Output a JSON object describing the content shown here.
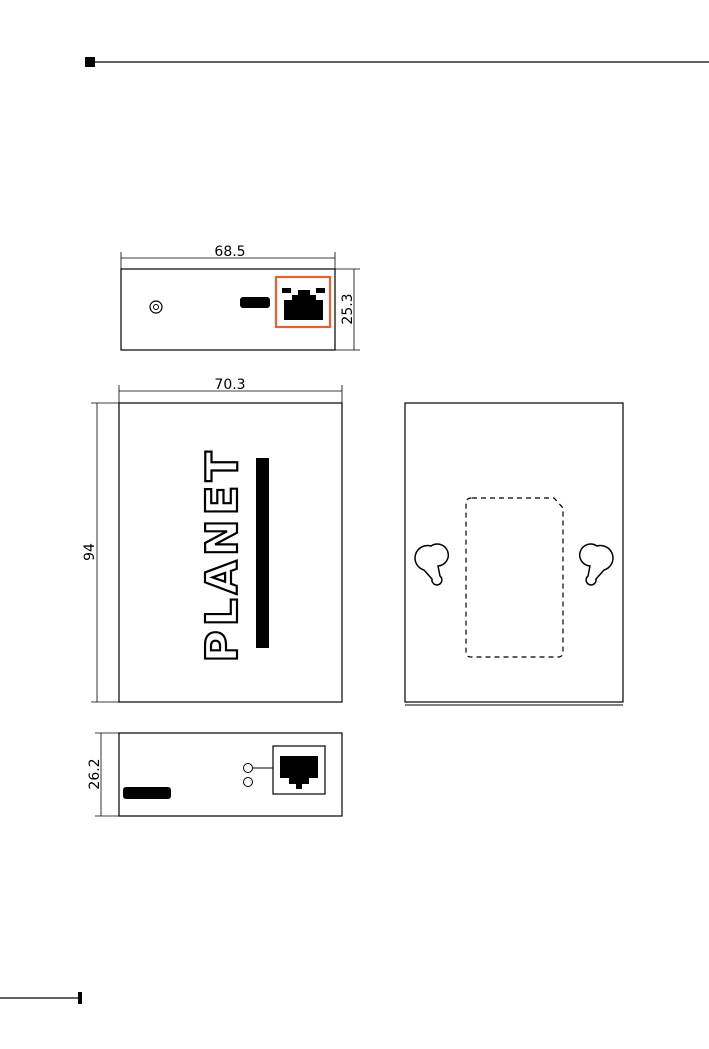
{
  "dimensions": {
    "top_width": "68.5",
    "top_height": "25.3",
    "front_width": "70.3",
    "front_height": "94",
    "bottom_height": "26.2"
  },
  "logo": {
    "text": "PLANET"
  },
  "colors": {
    "highlight": "#e8612c",
    "ink": "#000000"
  },
  "icons": [
    "rj45-port-icon",
    "dc-jack-icon",
    "led-indicator-icon",
    "keyhole-mount-icon"
  ]
}
